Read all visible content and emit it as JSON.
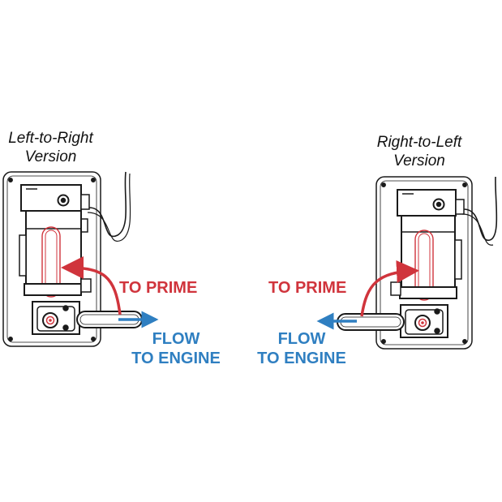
{
  "left": {
    "caption_line1": "Left-to-Right",
    "caption_line2": "Version",
    "prime_label": "TO PRIME",
    "flow_line1": "FLOW",
    "flow_line2": "TO ENGINE"
  },
  "right": {
    "caption_line1": "Right-to-Left",
    "caption_line2": "Version",
    "prime_label": "TO PRIME",
    "flow_line1": "FLOW",
    "flow_line2": "TO ENGINE"
  },
  "colors": {
    "prime": "#d0343c",
    "flow": "#2f7fc1",
    "line": "#1a1a1a"
  },
  "icons": [
    "pump-assembly-icon",
    "prime-arrow-icon",
    "flow-arrow-icon",
    "wire-lead-icon"
  ]
}
